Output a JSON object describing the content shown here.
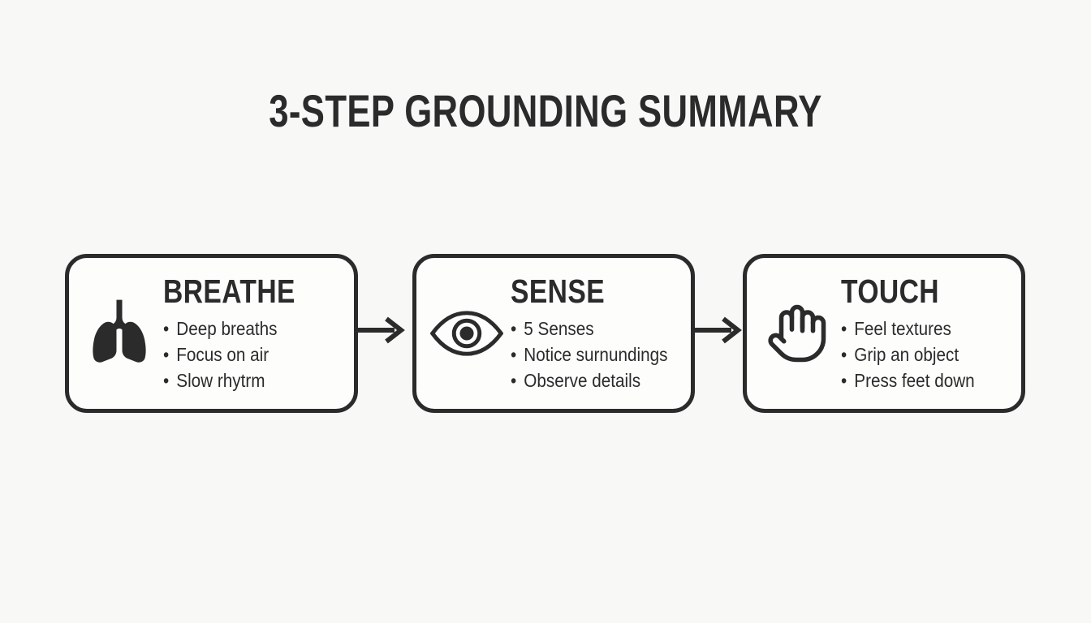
{
  "page": {
    "title": "3-STEP GROUNDING SUMMARY",
    "bullet_glyph": "•",
    "background_color": "#f8f8f6",
    "card_background": "#fdfdfc",
    "ink_color": "#2b2b2b"
  },
  "steps": [
    {
      "heading": "BREATHE",
      "icon": "lungs-icon",
      "bullets": [
        "Deep breaths",
        "Focus on air",
        "Slow rhytrm"
      ]
    },
    {
      "heading": "SENSE",
      "icon": "eye-icon",
      "bullets": [
        "5 Senses",
        "Notice surnundings",
        "Observe details"
      ]
    },
    {
      "heading": "TOUCH",
      "icon": "hand-icon",
      "bullets": [
        "Feel textures",
        "Grip an object",
        "Press feet down"
      ]
    }
  ],
  "connectors": [
    {
      "icon": "arrow-right-icon"
    },
    {
      "icon": "arrow-right-icon"
    }
  ]
}
